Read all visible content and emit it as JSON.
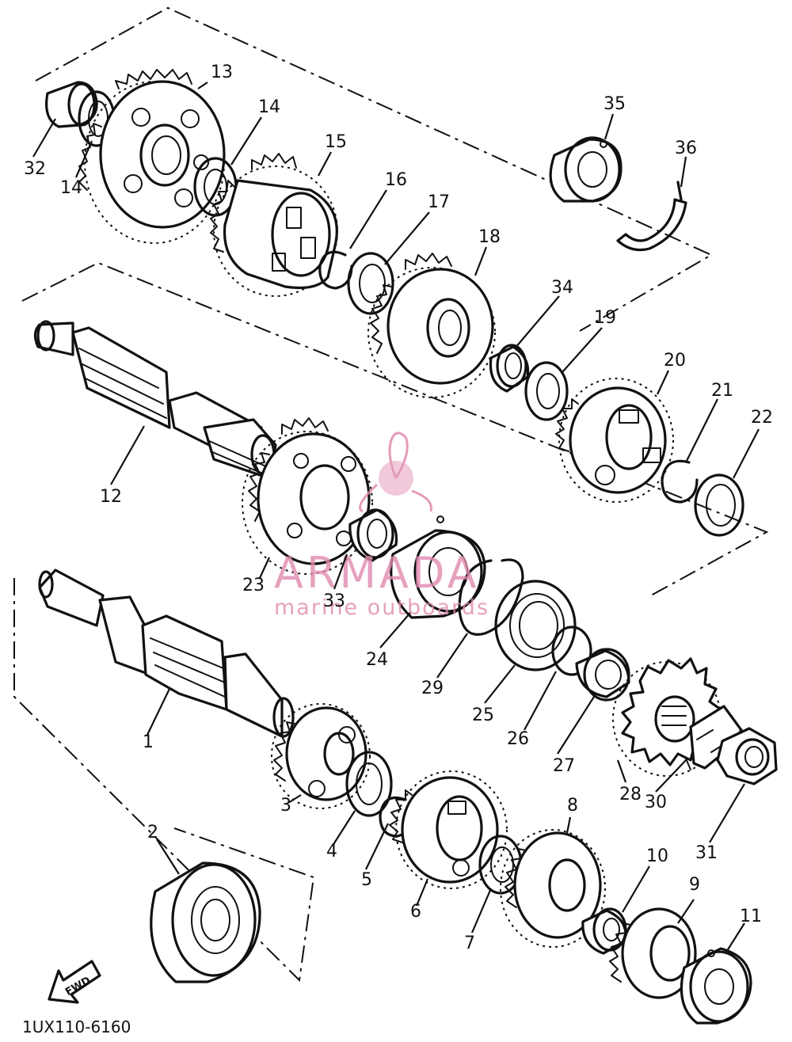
{
  "diagram_code": "1UX110-6160",
  "fwd_label": "FWD",
  "watermark": {
    "brand": "ARMADA",
    "tagline": "marine outboards",
    "color": "#e08aae"
  },
  "callouts": {
    "p1": "1",
    "p2": "2",
    "p3": "3",
    "p4": "4",
    "p5": "5",
    "p6": "6",
    "p7": "7",
    "p8": "8",
    "p9": "9",
    "p10": "10",
    "p11": "11",
    "p12": "12",
    "p13": "13",
    "p14a": "14",
    "p14b": "14",
    "p15": "15",
    "p16": "16",
    "p17": "17",
    "p18": "18",
    "p19": "19",
    "p20": "20",
    "p21": "21",
    "p22": "22",
    "p23": "23",
    "p24": "24",
    "p25": "25",
    "p26": "26",
    "p27": "27",
    "p28": "28",
    "p29": "29",
    "p30": "30",
    "p31": "31",
    "p32": "32",
    "p33": "33",
    "p34": "34",
    "p35": "35",
    "p36": "36"
  }
}
